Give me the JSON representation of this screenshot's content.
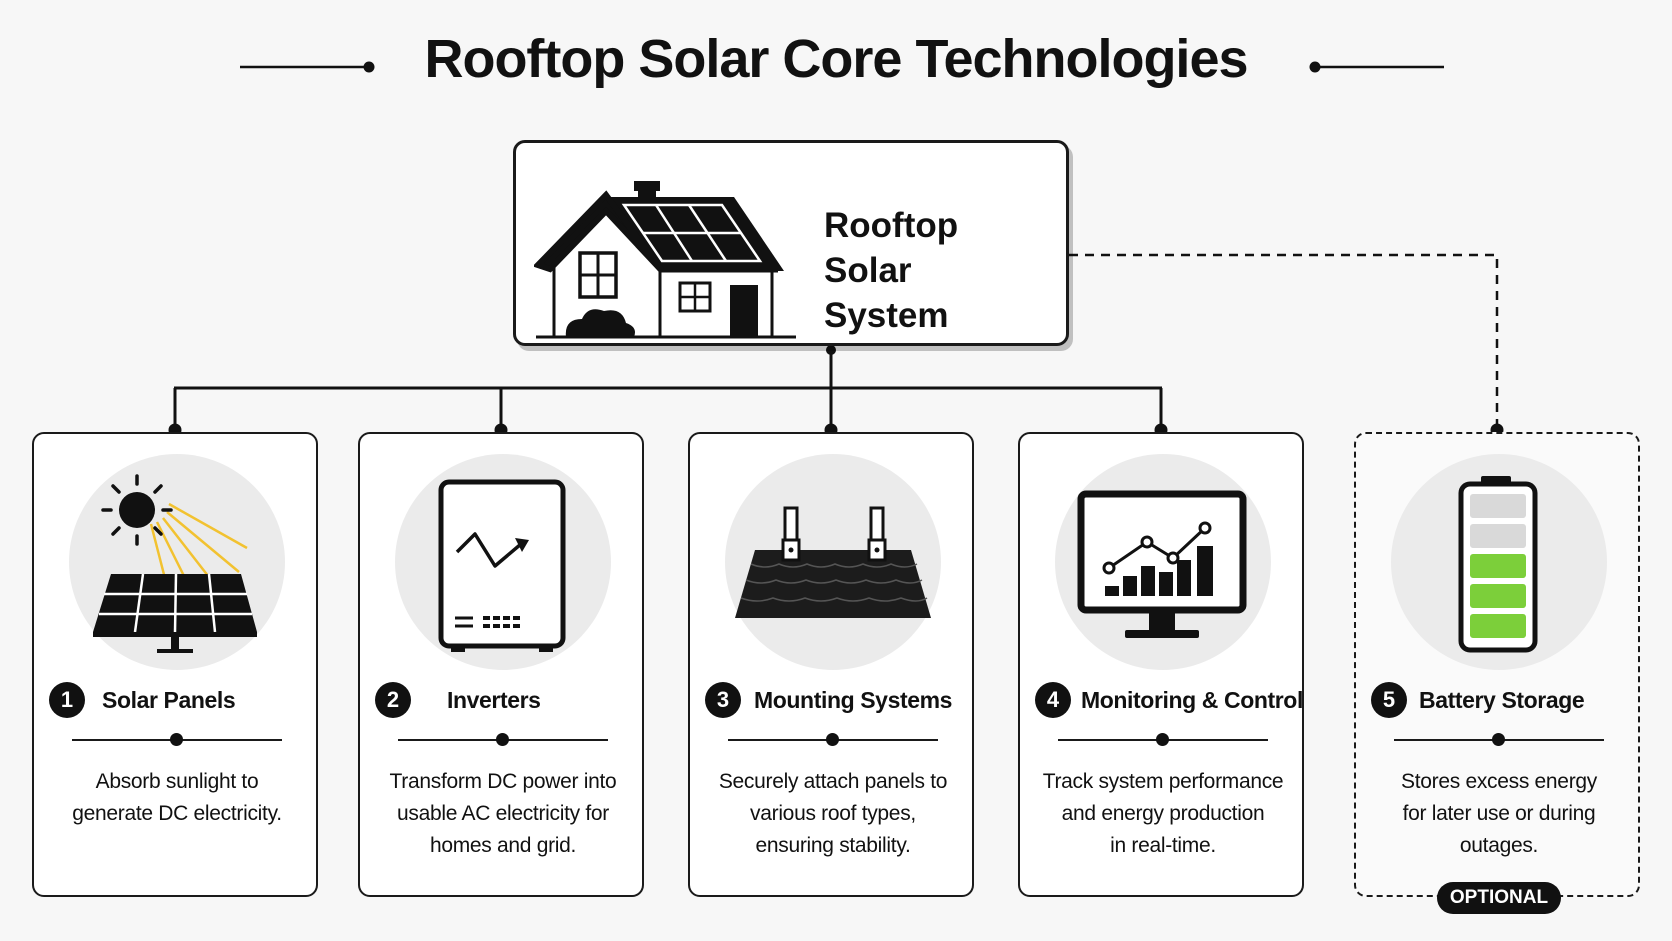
{
  "title": "Rooftop Solar Core Technologies",
  "root": {
    "title_line1": "Rooftop Solar",
    "title_line2": "System",
    "icon": "house-with-solar-roof-icon"
  },
  "components": [
    {
      "number": "1",
      "title": "Solar Panels",
      "desc_lines": [
        "Absorb sunlight to",
        "generate DC electricity."
      ],
      "icon": "solar-panel-sun-icon"
    },
    {
      "number": "2",
      "title": "Inverters",
      "desc_lines": [
        "Transform DC power into",
        "usable AC electricity for",
        "homes and grid."
      ],
      "icon": "inverter-icon"
    },
    {
      "number": "3",
      "title": "Mounting Systems",
      "desc_lines": [
        "Securely attach panels to",
        "various roof types,",
        "ensuring stability."
      ],
      "icon": "roof-mount-icon"
    },
    {
      "number": "4",
      "title": "Monitoring & Control",
      "desc_lines": [
        "Track system performance",
        "and energy production",
        "in real-time."
      ],
      "icon": "monitor-chart-icon"
    },
    {
      "number": "5",
      "title": "Battery Storage",
      "desc_lines": [
        "Stores excess energy",
        "for later use or during",
        "outages."
      ],
      "icon": "battery-icon",
      "badge": "OPTIONAL"
    }
  ],
  "colors": {
    "sun_rays": "#f2c230",
    "battery_charged": "#7ccf3a",
    "battery_empty": "#d9d9d9"
  }
}
